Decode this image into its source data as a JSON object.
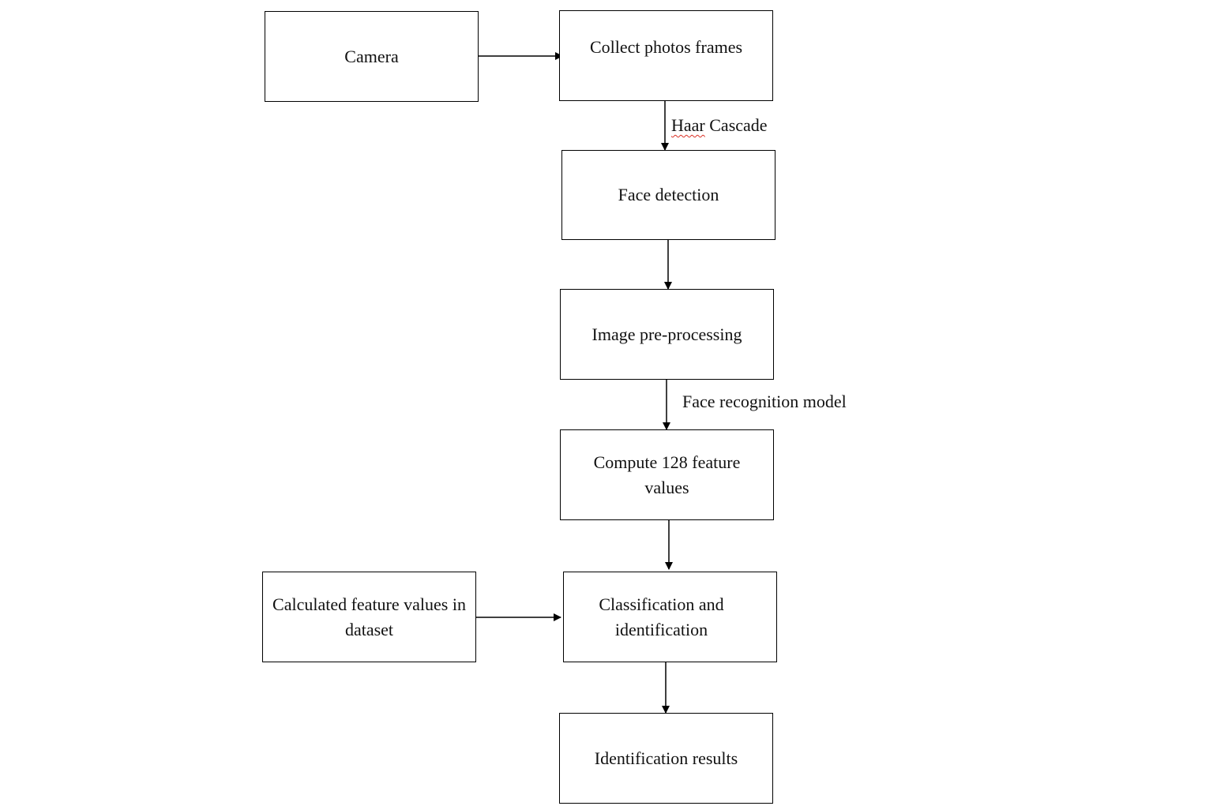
{
  "diagram": {
    "nodes": {
      "camera": "Camera",
      "collect": "Collect photos frames",
      "face_detection": "Face detection",
      "preprocessing": "Image pre-processing",
      "compute_features": "Compute 128 feature values",
      "dataset_features": "Calculated feature values in dataset",
      "classification": "Classification and identification",
      "results": "Identification results"
    },
    "edge_labels": {
      "haar_word1": "Haar",
      "haar_word2": " Cascade",
      "recognition_model": "Face recognition model"
    },
    "edges": [
      {
        "from": "camera",
        "to": "collect"
      },
      {
        "from": "collect",
        "to": "face_detection",
        "label": "Haar Cascade"
      },
      {
        "from": "face_detection",
        "to": "preprocessing"
      },
      {
        "from": "preprocessing",
        "to": "compute_features",
        "label": "Face recognition model"
      },
      {
        "from": "compute_features",
        "to": "classification"
      },
      {
        "from": "dataset_features",
        "to": "classification"
      },
      {
        "from": "classification",
        "to": "results"
      }
    ],
    "colors": {
      "line": "#000000",
      "spellcheck_underline": "#d93025"
    }
  }
}
